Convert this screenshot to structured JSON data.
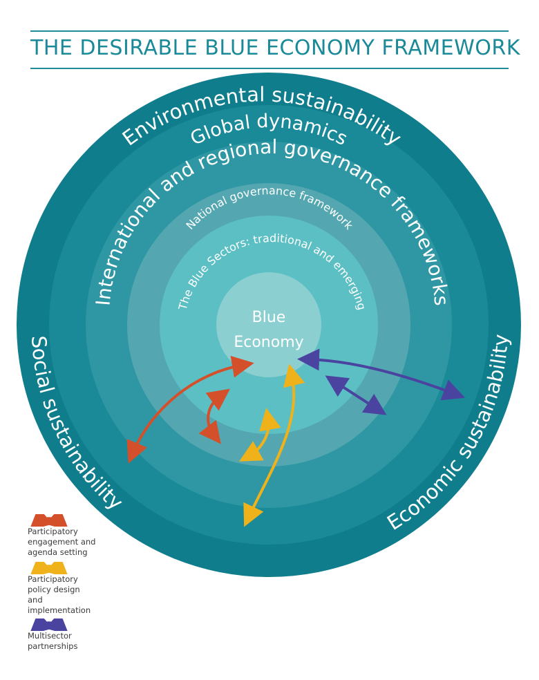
{
  "title": "THE DESIRABLE BLUE ECONOMY FRAMEWORK",
  "rings": {
    "environmental": "Environmental sustainability",
    "global": "Global dynamics",
    "international": "International and regional governance frameworks",
    "national": "National governance framework",
    "sectors": "The Blue Sectors: traditional and emerging",
    "social": "Social sustainability",
    "economic": "Economic sustainability"
  },
  "center": {
    "line1": "Blue",
    "line2": "Economy"
  },
  "legend": [
    {
      "label": "Participatory engagement and agenda setting",
      "color": "#d4502a"
    },
    {
      "label": "Participatory policy design and implementation",
      "color": "#efb21a"
    },
    {
      "label": "Multisector partnerships",
      "color": "#4a44a0"
    }
  ],
  "colors": {
    "ring1": "#0f7d8c",
    "ring2": "#1a8a98",
    "ring3": "#2e97a3",
    "ring4": "#54a7b1",
    "ring5": "#5cbfc4",
    "center": "#8ccfd1",
    "title": "#1a8a99"
  }
}
